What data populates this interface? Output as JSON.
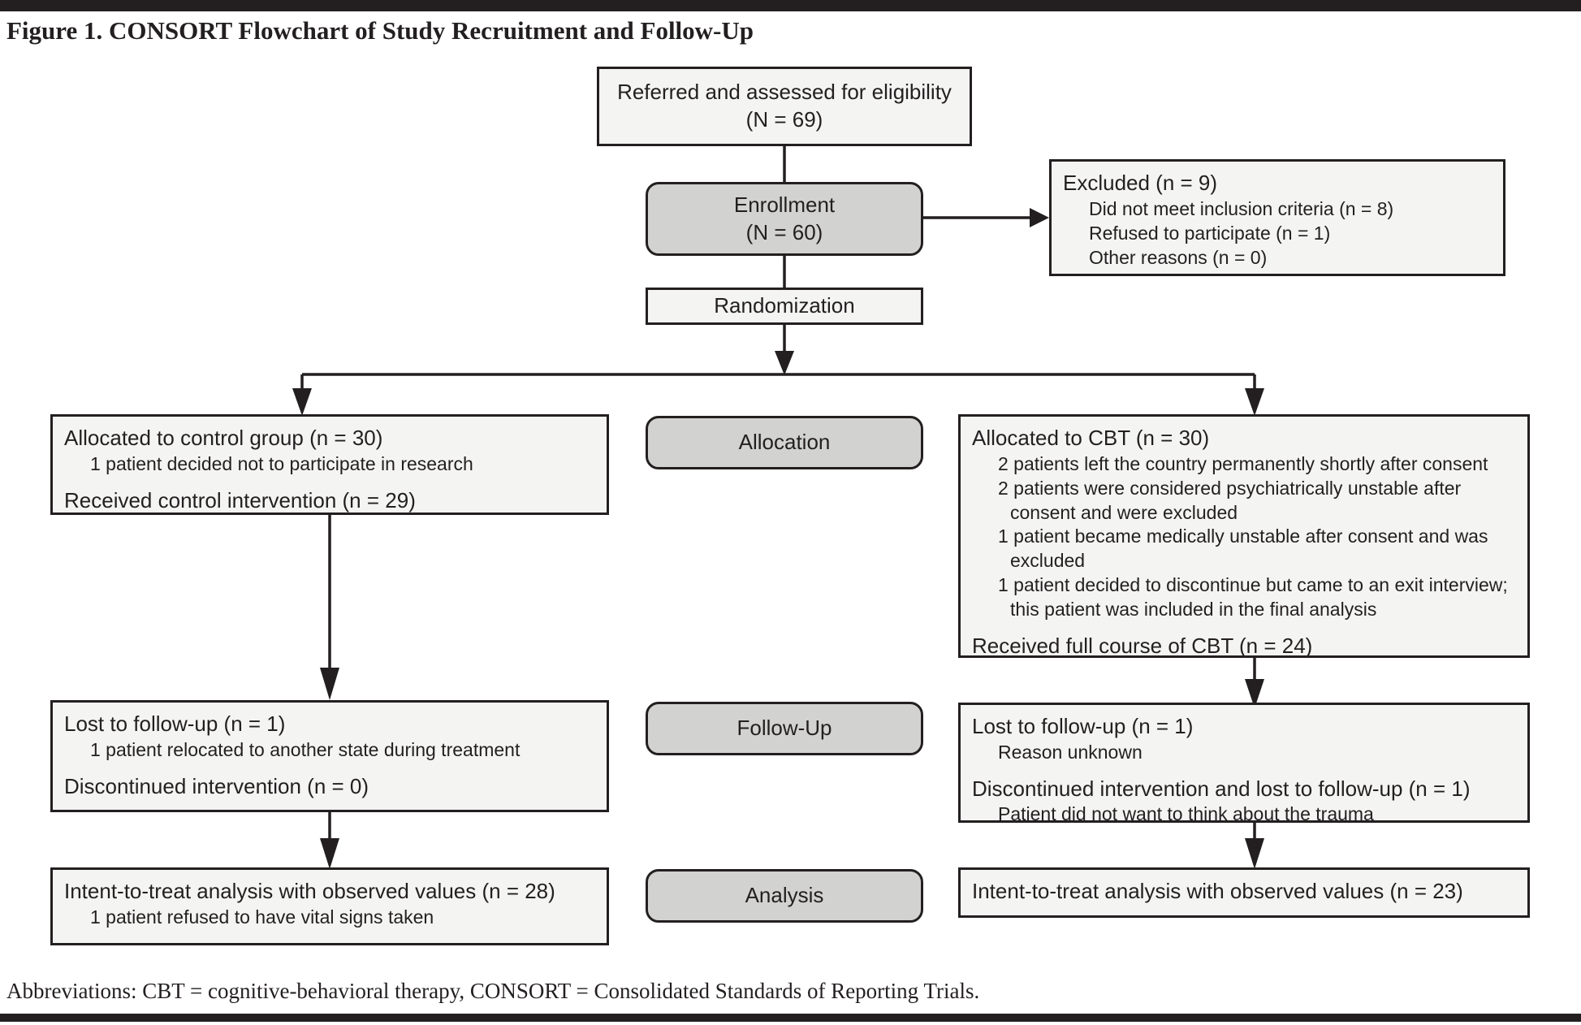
{
  "figure": {
    "title": "Figure 1. CONSORT Flowchart of Study Recruitment and Follow-Up",
    "footnote": "Abbreviations: CBT = cognitive-behavioral therapy, CONSORT = Consolidated Standards of Reporting Trials."
  },
  "colors": {
    "rule": "#231f20",
    "box_fill": "#f4f4f3",
    "stage_fill": "#d2d2d0",
    "stroke": "#231f20",
    "text": "#231f20"
  },
  "nodes": {
    "referred": {
      "line1": "Referred and assessed for eligibility",
      "line2": "(N = 69)"
    },
    "enrollment": {
      "line1": "Enrollment",
      "line2": "(N = 60)"
    },
    "excluded": {
      "heading": "Excluded (n = 9)",
      "items": [
        "Did not meet inclusion criteria (n = 8)",
        "Refused to participate (n = 1)",
        "Other reasons (n = 0)"
      ]
    },
    "randomization": {
      "label": "Randomization"
    },
    "stage_allocation": {
      "label": "Allocation"
    },
    "stage_followup": {
      "label": "Follow-Up"
    },
    "stage_analysis": {
      "label": "Analysis"
    },
    "control_allocated": {
      "heading": "Allocated to control group (n = 30)",
      "items": [
        "1 patient decided not to participate in research"
      ],
      "heading2": "Received control intervention (n = 29)"
    },
    "cbt_allocated": {
      "heading": "Allocated to CBT (n = 30)",
      "items": [
        "2 patients left the country permanently shortly after consent",
        "2 patients were considered psychiatrically unstable after consent and were excluded",
        "1 patient became medically unstable after consent and was excluded",
        "1 patient decided to discontinue but came to an exit interview; this patient was included in the final analysis"
      ],
      "heading2": "Received full course of CBT (n = 24)"
    },
    "control_followup": {
      "heading": "Lost to follow-up (n = 1)",
      "items": [
        "1 patient relocated to another state during treatment"
      ],
      "heading2": "Discontinued intervention (n = 0)"
    },
    "cbt_followup": {
      "heading": "Lost to follow-up (n = 1)",
      "items": [
        "Reason unknown"
      ],
      "heading2": "Discontinued intervention and lost to follow-up (n = 1)",
      "items2": [
        "Patient did not want to think about the trauma"
      ]
    },
    "control_analysis": {
      "heading": "Intent-to-treat analysis with observed values (n = 28)",
      "items": [
        "1 patient refused to have vital signs taken"
      ]
    },
    "cbt_analysis": {
      "heading": "Intent-to-treat analysis with observed values (n = 23)",
      "items": []
    }
  }
}
